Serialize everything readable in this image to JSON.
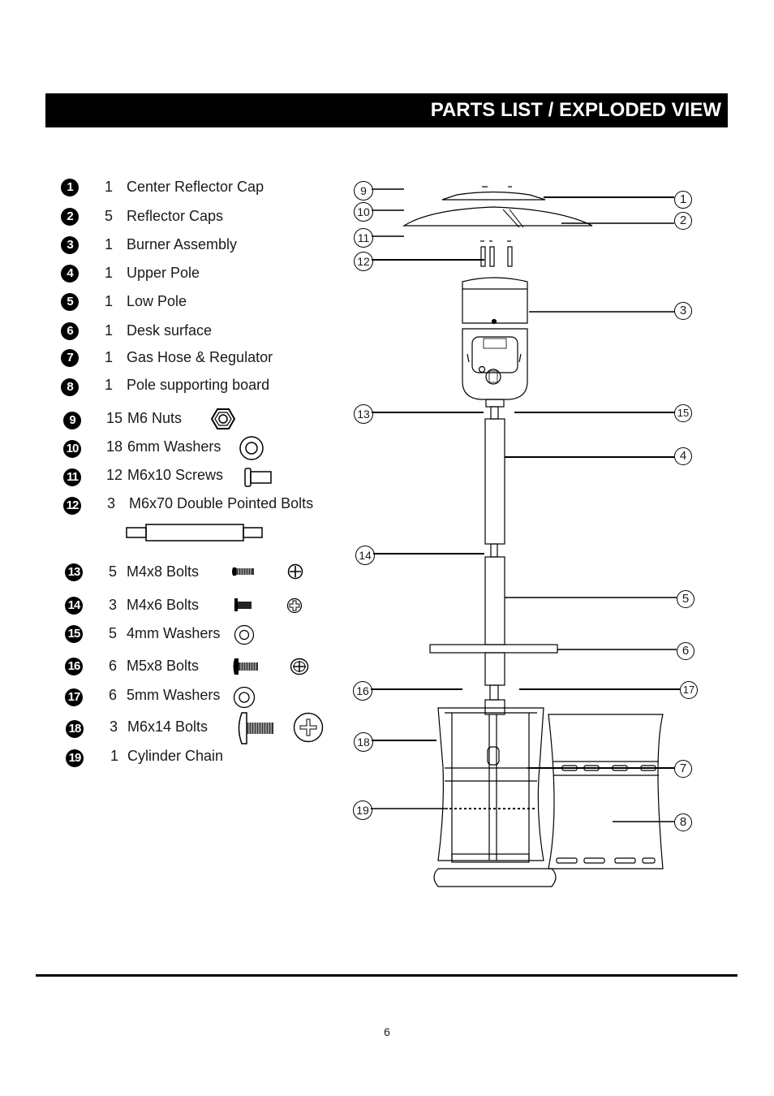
{
  "header": {
    "title": "PARTS LIST / EXPLODED VIEW"
  },
  "parts": [
    {
      "no": "1",
      "qty": "1",
      "name": "Center Reflector Cap"
    },
    {
      "no": "2",
      "qty": "5",
      "name": "Reflector Caps"
    },
    {
      "no": "3",
      "qty": "1",
      "name": "Burner Assembly"
    },
    {
      "no": "4",
      "qty": "1",
      "name": "Upper Pole"
    },
    {
      "no": "5",
      "qty": "1",
      "name": "Low Pole"
    },
    {
      "no": "6",
      "qty": "1",
      "name": "Desk surface"
    },
    {
      "no": "7",
      "qty": "1",
      "name": "Gas Hose & Regulator"
    },
    {
      "no": "8",
      "qty": "1",
      "name": "Pole supporting board"
    },
    {
      "no": "9",
      "qty": "15",
      "name": "M6 Nuts"
    },
    {
      "no": "10",
      "qty": "18",
      "name": "6mm Washers"
    },
    {
      "no": "11",
      "qty": "12",
      "name": "M6x10 Screws"
    },
    {
      "no": "12",
      "qty": "3",
      "name": "M6x70 Double Pointed Bolts"
    },
    {
      "no": "13",
      "qty": "5",
      "name": "M4x8 Bolts"
    },
    {
      "no": "14",
      "qty": "3",
      "name": "M4x6 Bolts"
    },
    {
      "no": "15",
      "qty": "5",
      "name": "4mm Washers"
    },
    {
      "no": "16",
      "qty": "6",
      "name": "M5x8 Bolts"
    },
    {
      "no": "17",
      "qty": "6",
      "name": "5mm Washers"
    },
    {
      "no": "18",
      "qty": "3",
      "name": "M6x14 Bolts"
    },
    {
      "no": "19",
      "qty": "1",
      "name": "Cylinder Chain"
    }
  ],
  "callouts": [
    "1",
    "2",
    "3",
    "4",
    "5",
    "6",
    "7",
    "8",
    "9",
    "10",
    "11",
    "12",
    "13",
    "14",
    "15",
    "16",
    "17",
    "18",
    "19"
  ],
  "page_number": "6"
}
